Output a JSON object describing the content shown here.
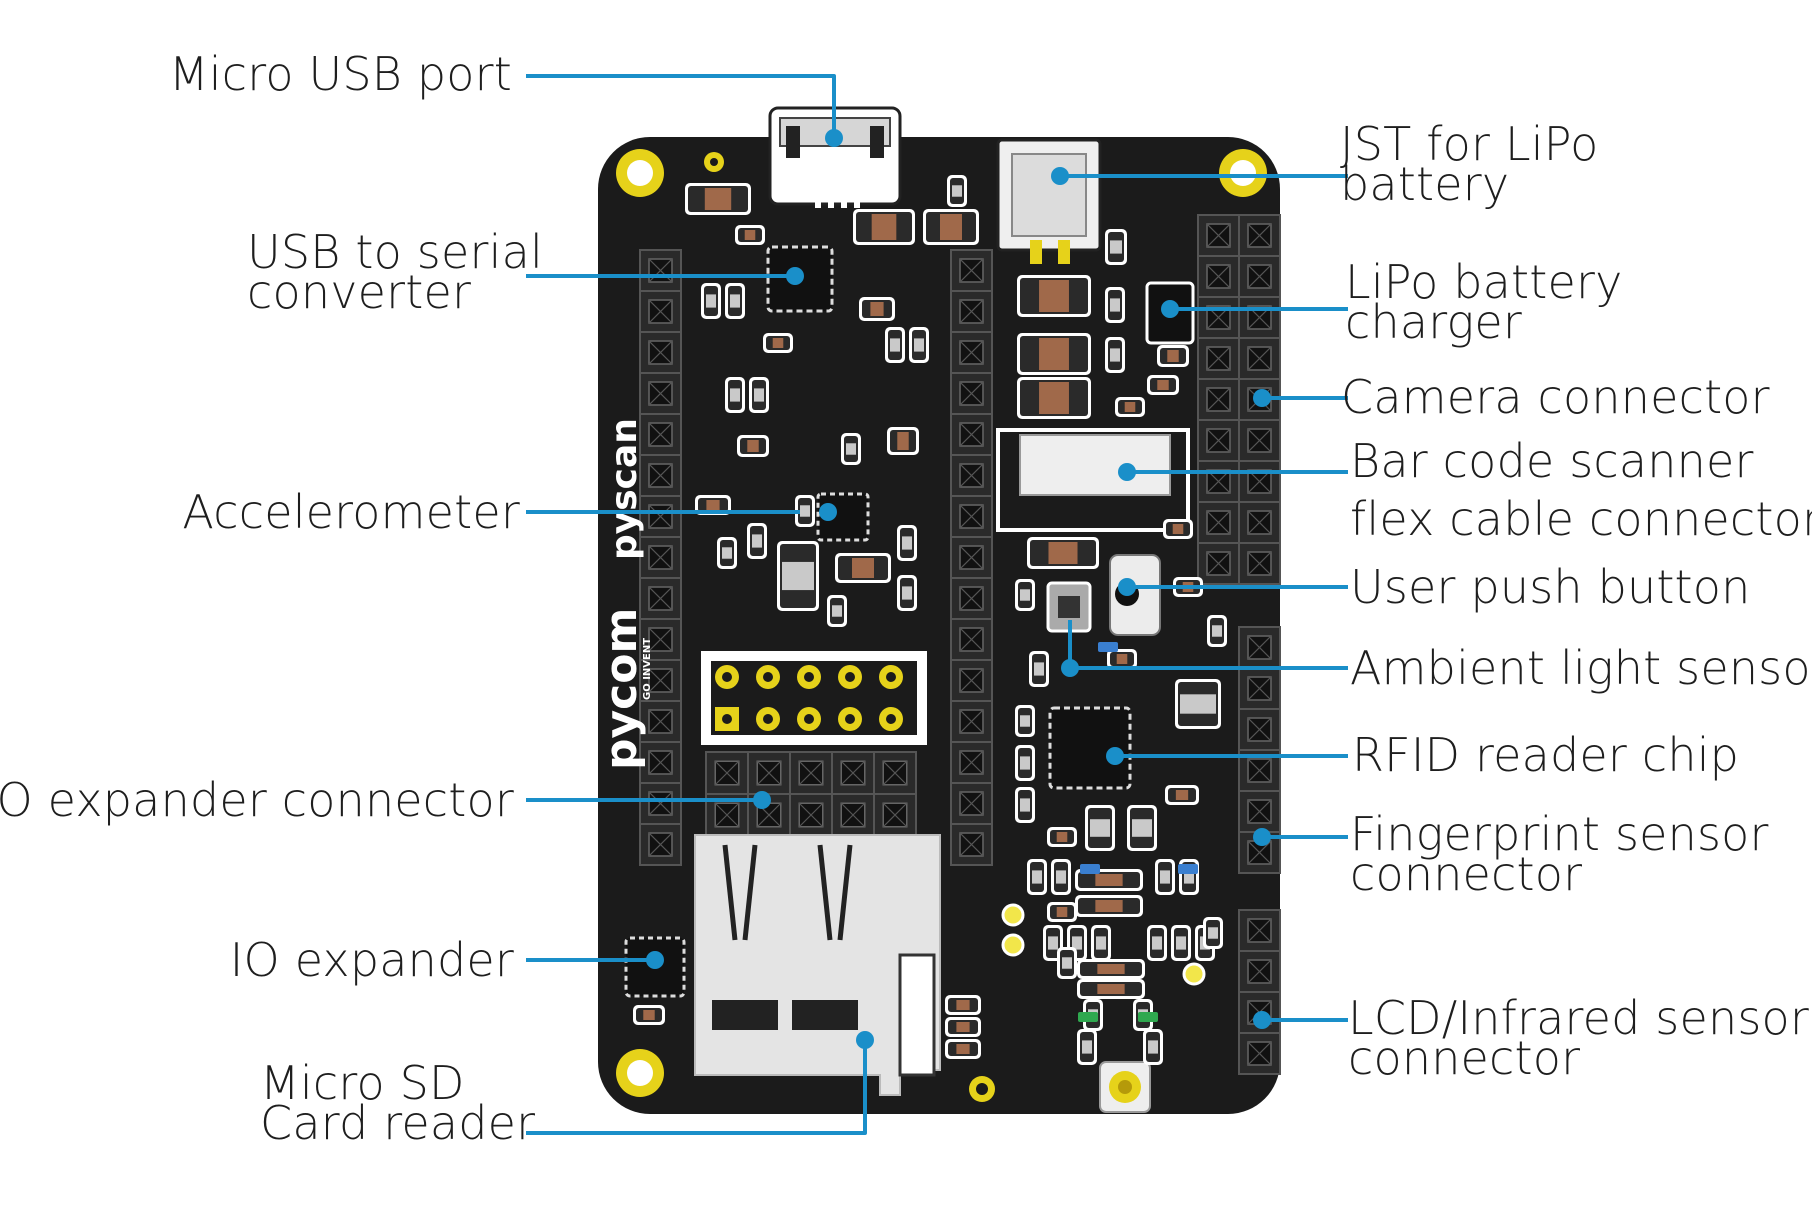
{
  "brand": {
    "product": "pyscan",
    "maker": "pycom",
    "tagline": "GO INVENT"
  },
  "labels": {
    "micro_usb": [
      "Micro USB port"
    ],
    "usb_serial": [
      "USB to serial",
      "converter"
    ],
    "accelerometer": [
      "Accelerometer"
    ],
    "io_expander_connector": [
      "IO expander connector"
    ],
    "io_expander": [
      "IO expander"
    ],
    "micro_sd": [
      "Micro SD",
      "Card reader"
    ],
    "jst": [
      "JST for LiPo",
      "battery"
    ],
    "lipo_charger": [
      "LiPo battery",
      "charger"
    ],
    "camera": [
      "Camera connector"
    ],
    "barcode_flex": [
      "Bar code scanner",
      "flex cable connector"
    ],
    "push_button": [
      "User push button"
    ],
    "ambient_light": [
      "Ambient light sensor"
    ],
    "rfid": [
      "RFID reader chip"
    ],
    "fingerprint": [
      "Fingerprint sensor",
      "connector"
    ],
    "lcd_ir": [
      "LCD/Infrared sensor",
      "connector"
    ]
  },
  "colors": {
    "board": "#1b1b1b",
    "leader": "#1a8fc9",
    "gold": "#e6d21a",
    "text": "#1e1e1e"
  }
}
